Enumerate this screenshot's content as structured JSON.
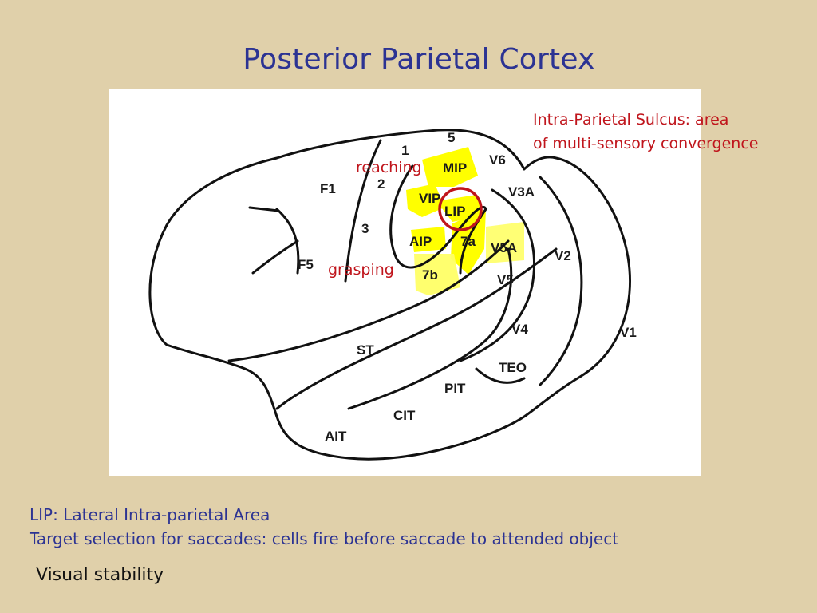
{
  "slide": {
    "title": "Posterior Parietal Cortex"
  },
  "diagram": {
    "areas": {
      "F1": "F1",
      "F5": "F5",
      "1": "1",
      "2": "2",
      "3": "3",
      "5": "5",
      "MIP": "MIP",
      "VIP": "VIP",
      "LIP": "LIP",
      "AIP": "AIP",
      "7a": "7a",
      "7b": "7b",
      "V5A": "V5A",
      "V5": "V5",
      "V6": "V6",
      "V3A": "V3A",
      "V2": "V2",
      "V4": "V4",
      "V1": "V1",
      "TEO": "TEO",
      "ST": "ST",
      "PIT": "PIT",
      "CIT": "CIT",
      "AIT": "AIT"
    },
    "highlight_color": "#ffff00",
    "marker_color": "#c0151c"
  },
  "annotations": {
    "ips_line1": "Intra-Parietal Sulcus: area",
    "ips_line2": "of multi-sensory convergence",
    "reaching": "reaching",
    "grasping": "grasping"
  },
  "caption": {
    "line1": "LIP: Lateral Intra-parietal Area",
    "line2": "Target selection for saccades: cells fire before saccade to attended object"
  },
  "footer": {
    "text": "Visual stability"
  }
}
